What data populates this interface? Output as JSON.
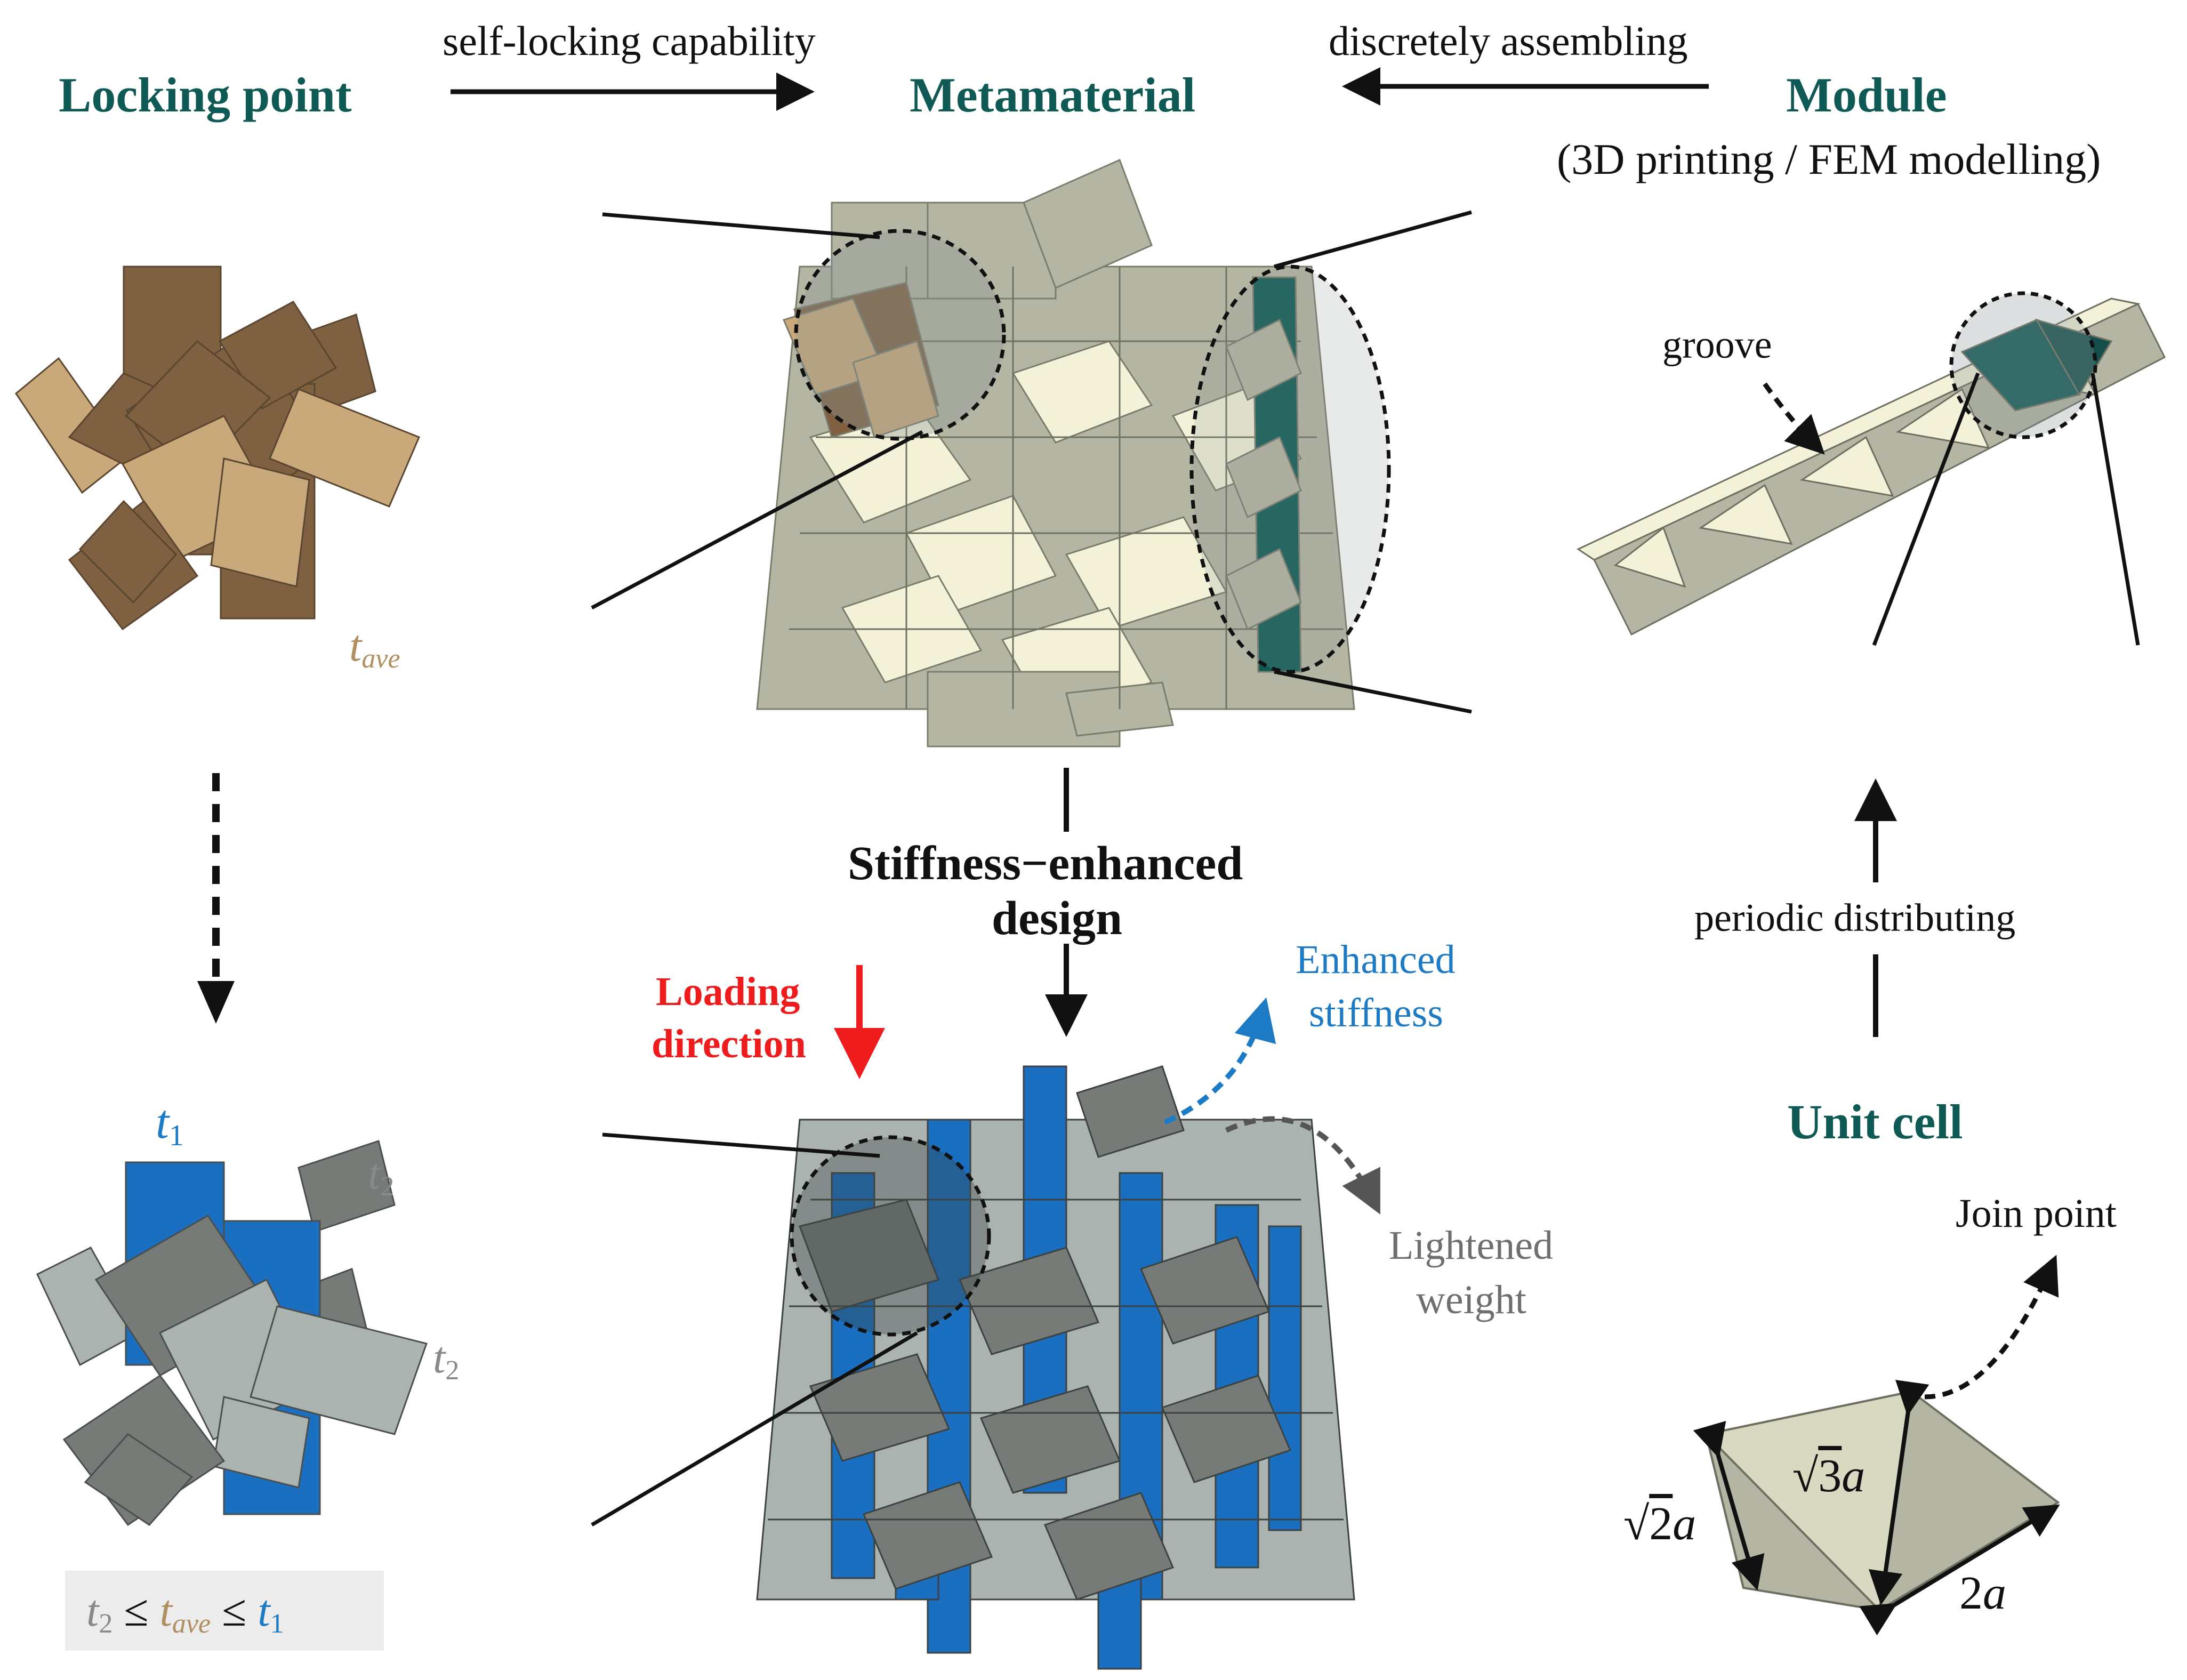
{
  "labels": {
    "locking_point": "Locking point",
    "metamaterial": "Metamaterial",
    "module": "Module",
    "module_sub": "(3D printing / FEM modelling)",
    "self_locking": "self-locking capability",
    "discretely_assembling": "discretely assembling",
    "stiffness_line1": "Stiffness−enhanced",
    "stiffness_line2": "design",
    "loading_line1": "Loading",
    "loading_line2": "direction",
    "enhanced_line1": "Enhanced",
    "enhanced_line2": "stiffness",
    "lightened_line1": "Lightened",
    "lightened_line2": "weight",
    "groove": "groove",
    "periodic_distributing": "periodic distributing",
    "unit_cell": "Unit cell",
    "join_point": "Join point"
  },
  "math": {
    "t": "t",
    "ave": "ave",
    "one": "1",
    "two": "2",
    "le": "≤",
    "a": "a",
    "two_a": "2",
    "sqrt": "√",
    "sqrt2": "2",
    "sqrt3": "3"
  },
  "colors": {
    "teal": "#0f5a55",
    "brown_dark": "#7f6040",
    "brown_light": "#c9a97a",
    "blue": "#1a6fc1",
    "grey_dark": "#767b78",
    "grey_light": "#aab3b0",
    "cream": "#f3f2d9",
    "sage": "#b4b6a3",
    "red": "#ee1c1c"
  }
}
